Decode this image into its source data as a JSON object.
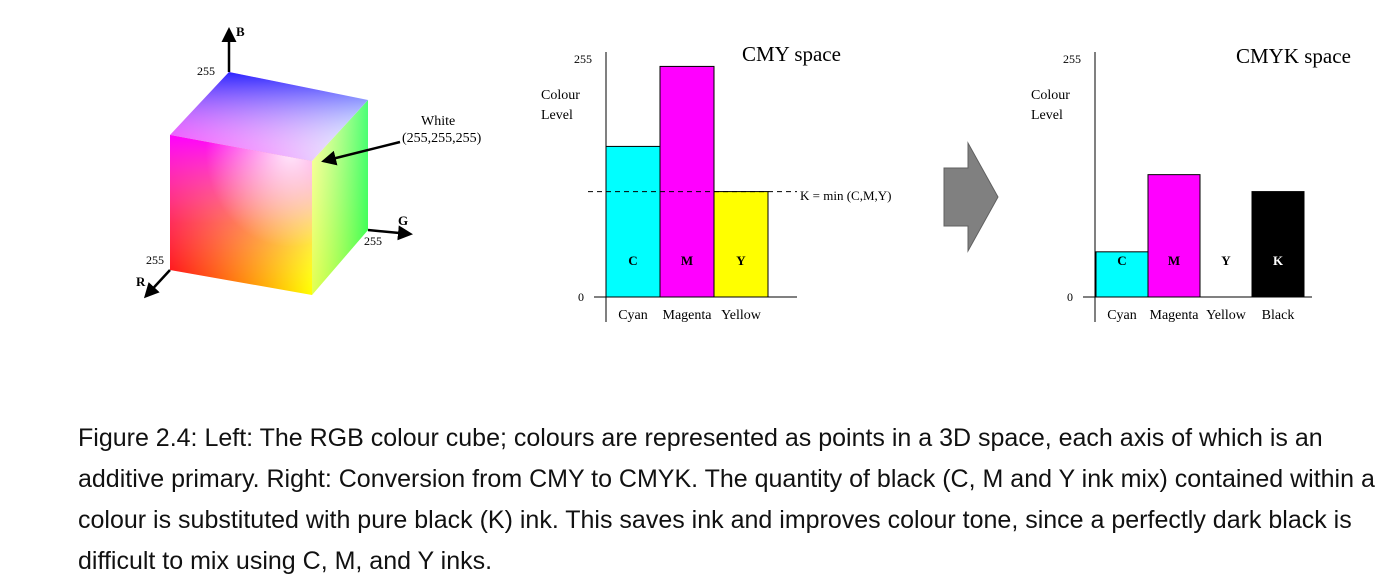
{
  "cube": {
    "axis_b": "B",
    "axis_g": "G",
    "axis_r": "R",
    "b_max": "255",
    "g_max": "255",
    "r_max": "255",
    "white_label": "White",
    "white_coords": "(255,255,255)"
  },
  "chart_data": [
    {
      "type": "bar",
      "title": "CMY space",
      "ylabel_line1": "Colour",
      "ylabel_line2": "Level",
      "ytick_top": "255",
      "ytick_bottom": "0",
      "ylim": [
        0,
        255
      ],
      "categories": [
        "Cyan",
        "Magenta",
        "Yellow"
      ],
      "bar_letters": [
        "C",
        "M",
        "Y"
      ],
      "values": [
        160,
        245,
        112
      ],
      "colors": [
        "#00ffff",
        "#ff00ff",
        "#ffff00"
      ],
      "letter_colors": [
        "#000000",
        "#000000",
        "#000000"
      ],
      "threshold_label": "K = min (C,M,Y)",
      "threshold_value": 112
    },
    {
      "type": "bar",
      "title": "CMYK space",
      "ylabel_line1": "Colour",
      "ylabel_line2": "Level",
      "ytick_top": "255",
      "ytick_bottom": "0",
      "ylim": [
        0,
        255
      ],
      "categories": [
        "Cyan",
        "Magenta",
        "Yellow",
        "Black"
      ],
      "bar_letters": [
        "C",
        "M",
        "Y",
        "K"
      ],
      "values": [
        48,
        130,
        0,
        112
      ],
      "colors": [
        "#00ffff",
        "#ff00ff",
        "#ffff00",
        "#000000"
      ],
      "letter_colors": [
        "#000000",
        "#000000",
        "#000000",
        "#ffffff"
      ]
    }
  ],
  "caption": {
    "line1": "Figure 2.4:  Left: The RGB colour cube; colours are represented as points in a 3D space, each axis",
    "line2": "of which is an additive primary. Right: Conversion from CMY to CMYK. The quantity of black (C, M",
    "line3": "and Y ink mix) contained within a colour is substituted with pure black (K) ink. This saves ink and",
    "line4": "improves colour tone, since a perfectly dark black is difficult to mix using C, M, and Y inks."
  }
}
